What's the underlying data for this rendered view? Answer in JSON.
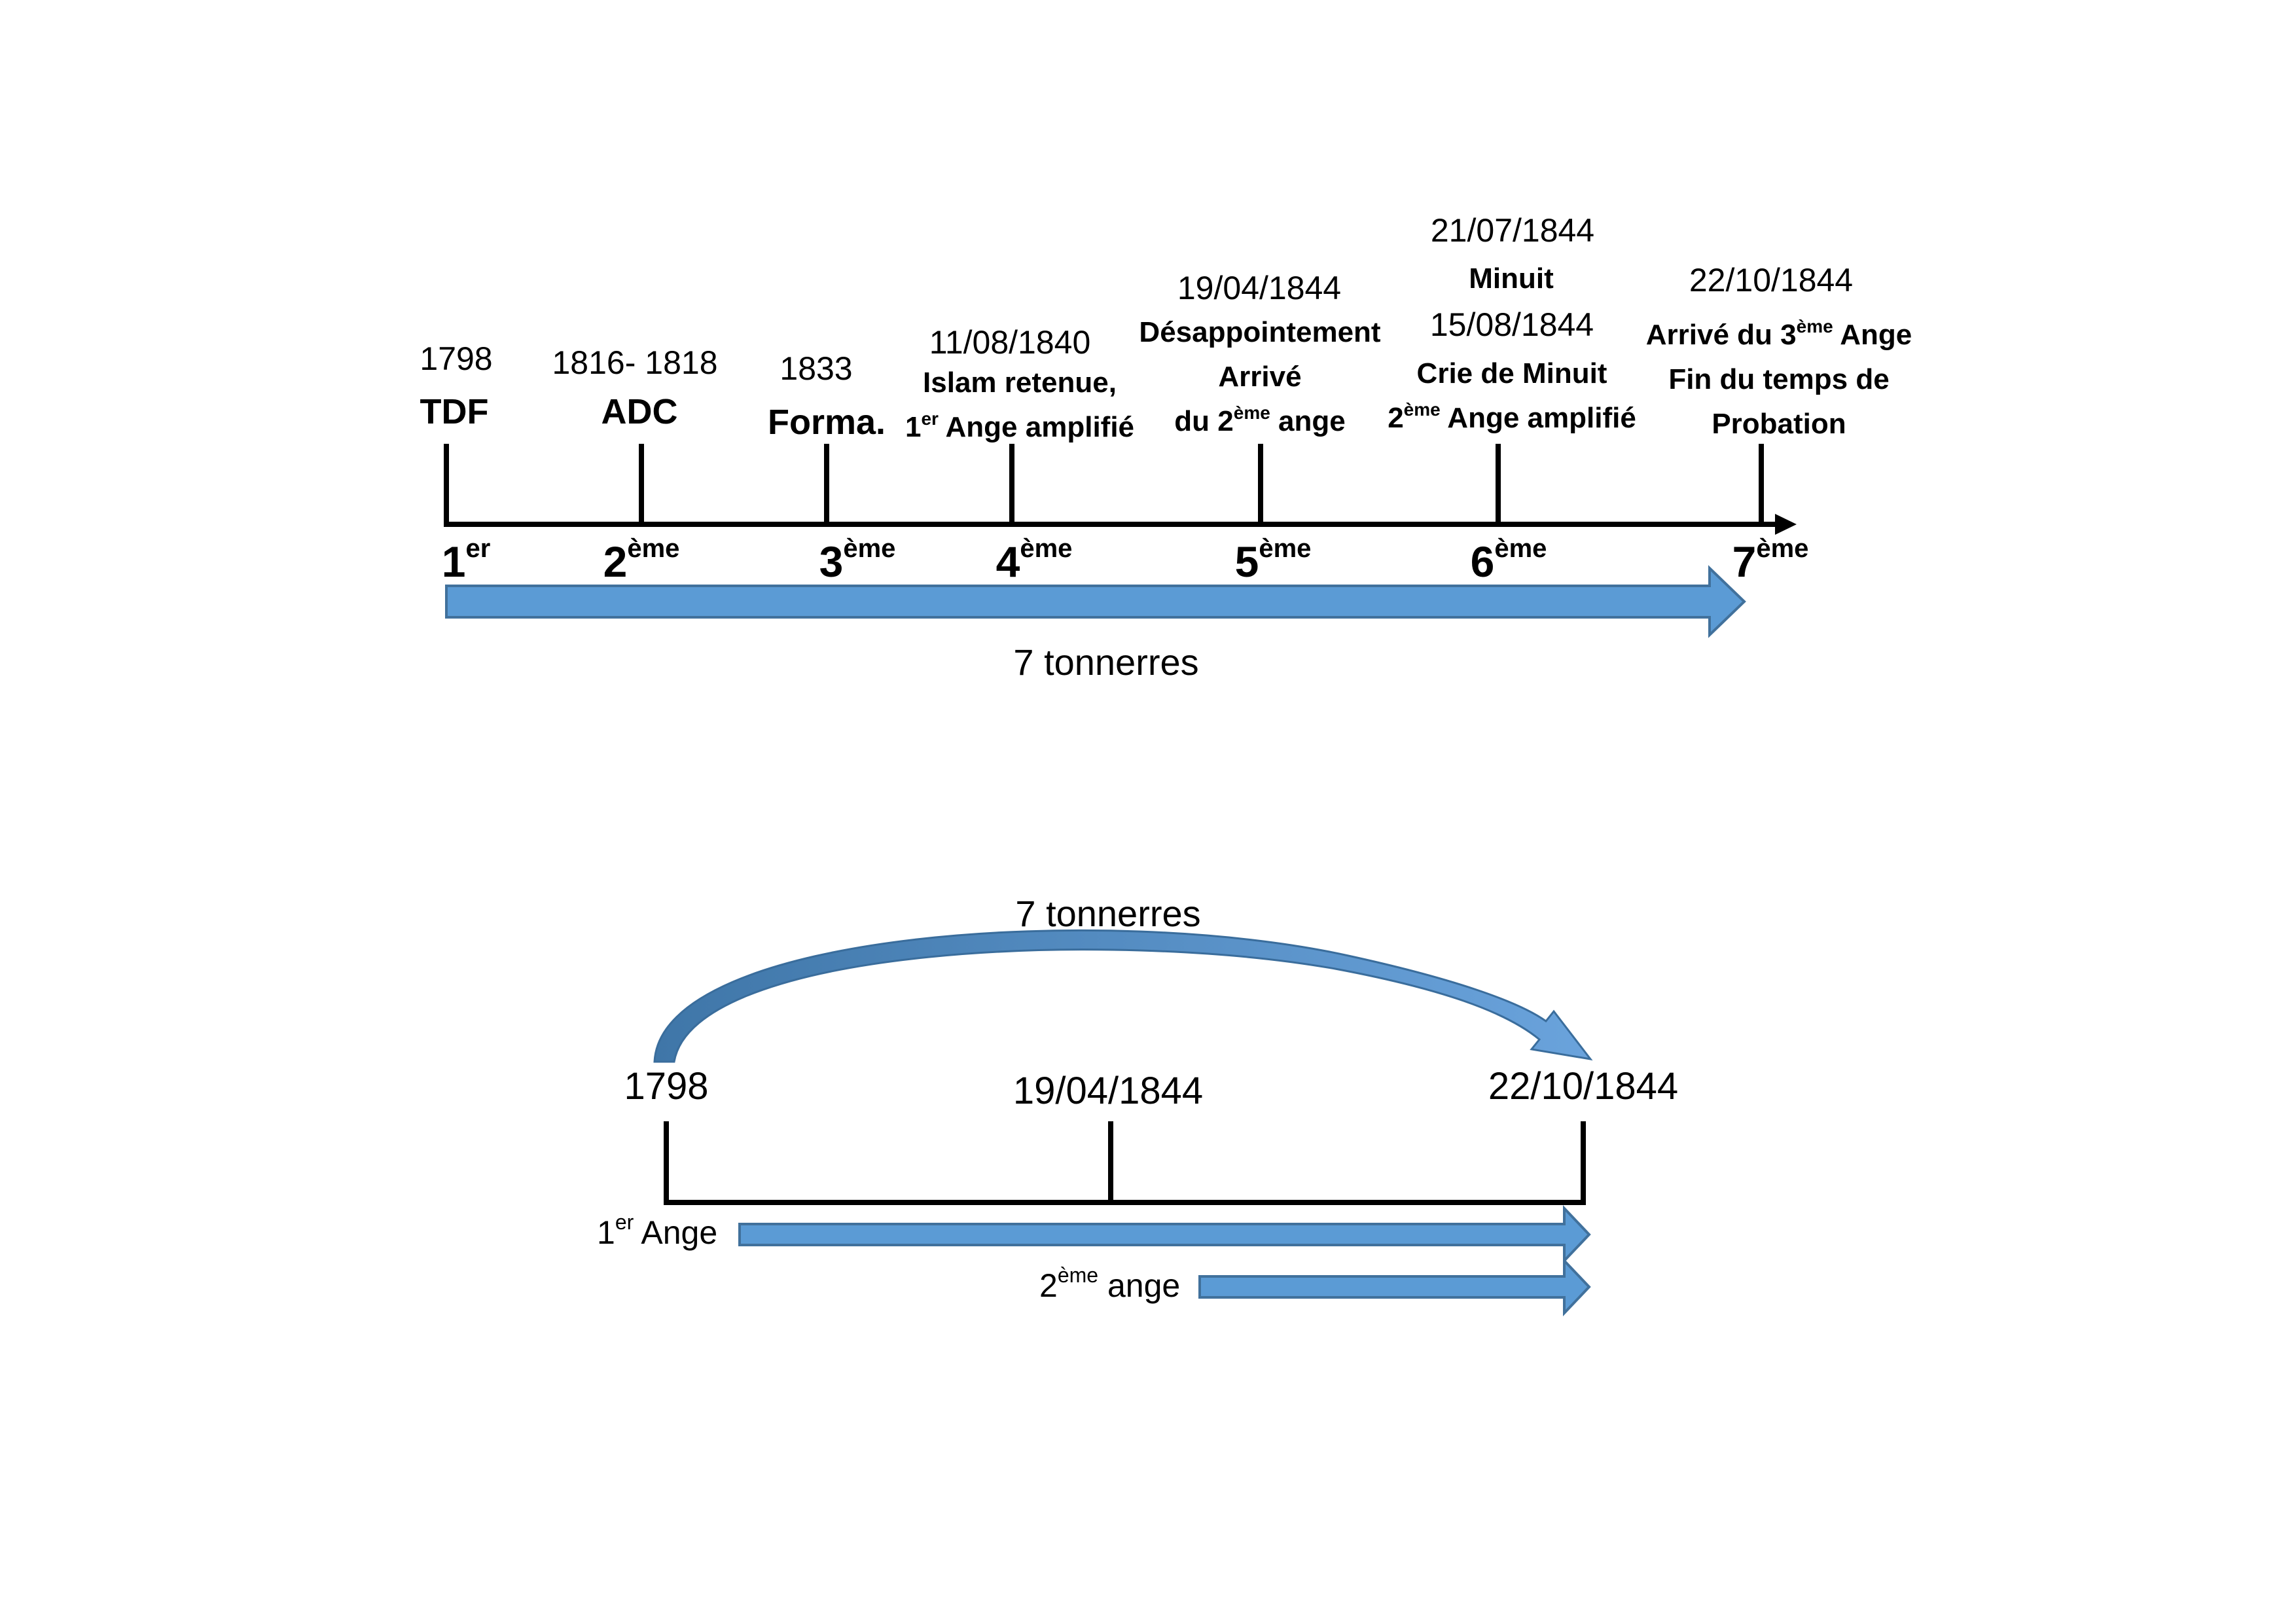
{
  "top_timeline": {
    "events": [
      {
        "lines": [
          "1798"
        ],
        "code": "TDF"
      },
      {
        "lines": [
          "1816- 1818"
        ],
        "code": "ADC"
      },
      {
        "lines": [
          "1833"
        ],
        "code": "Forma."
      },
      {
        "date": "11/08/1840",
        "desc": [
          "Islam retenue,"
        ],
        "desc_last": {
          "pre": "1",
          "sup": "er",
          "post": " Ange amplifié"
        }
      },
      {
        "date": "19/04/1844",
        "desc": [
          "Désappointement",
          "Arrivé"
        ],
        "desc_last": {
          "pre": "du 2",
          "sup": "ème",
          "post": " ange"
        }
      },
      {
        "date": "21/07/1844",
        "desc": [
          "Minuit"
        ],
        "date2": "15/08/1844",
        "desc2": [
          "Crie de Minuit"
        ],
        "desc_last": {
          "pre": "2",
          "sup": "ème",
          "post": " Ange amplifié"
        }
      },
      {
        "date": "22/10/1844",
        "desc_first": {
          "pre": "Arrivé du 3",
          "sup": "ème",
          "post": " Ange"
        },
        "desc": [
          "Fin du temps de",
          "Probation"
        ]
      }
    ],
    "ordinals": [
      {
        "num": "1",
        "sup": "er"
      },
      {
        "num": "2",
        "sup": "ème"
      },
      {
        "num": "3",
        "sup": "ème"
      },
      {
        "num": "4",
        "sup": "ème"
      },
      {
        "num": "5",
        "sup": "ème"
      },
      {
        "num": "6",
        "sup": "ème"
      },
      {
        "num": "7",
        "sup": "ème"
      }
    ],
    "arrow_label": "7 tonnerres"
  },
  "bottom_timeline": {
    "arc_label": "7 tonnerres",
    "dates": [
      "1798",
      "19/04/1844",
      "22/10/1844"
    ],
    "angel1": {
      "pre": "1",
      "sup": "er",
      "post": " Ange"
    },
    "angel2": {
      "pre": "2",
      "sup": "ème",
      "post": " ange"
    }
  },
  "colors": {
    "arrow_fill": "#5b9bd5",
    "arrow_stroke": "#41719c",
    "line": "#000000"
  }
}
